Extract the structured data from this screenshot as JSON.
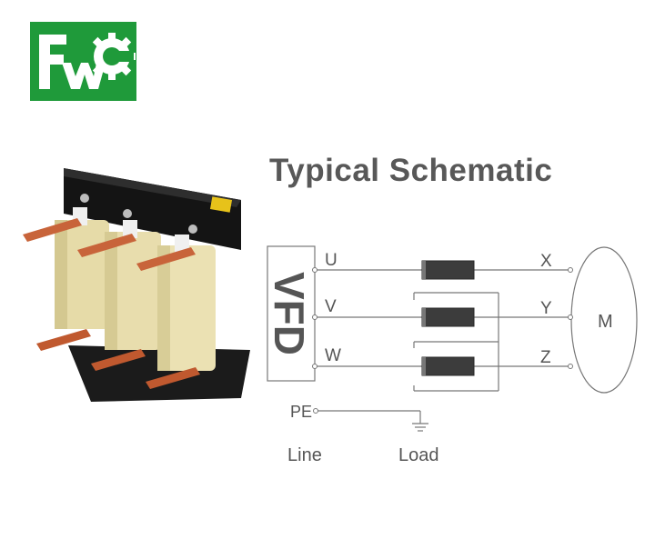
{
  "logo": {
    "text": "FWC",
    "color": "#1f9a3a"
  },
  "title": "Typical Schematic",
  "schematic": {
    "device_label": "VFD",
    "inputs": [
      "U",
      "V",
      "W"
    ],
    "outputs": [
      "X",
      "Y",
      "Z"
    ],
    "motor_label": "M",
    "ground_label": "PE",
    "line_label": "Line",
    "load_label": "Load"
  },
  "colors": {
    "line": "#777777",
    "coil": "#3c3c3c",
    "text": "#555555",
    "copper": "#c8643a",
    "coil_wrap": "#e8dcb0"
  }
}
